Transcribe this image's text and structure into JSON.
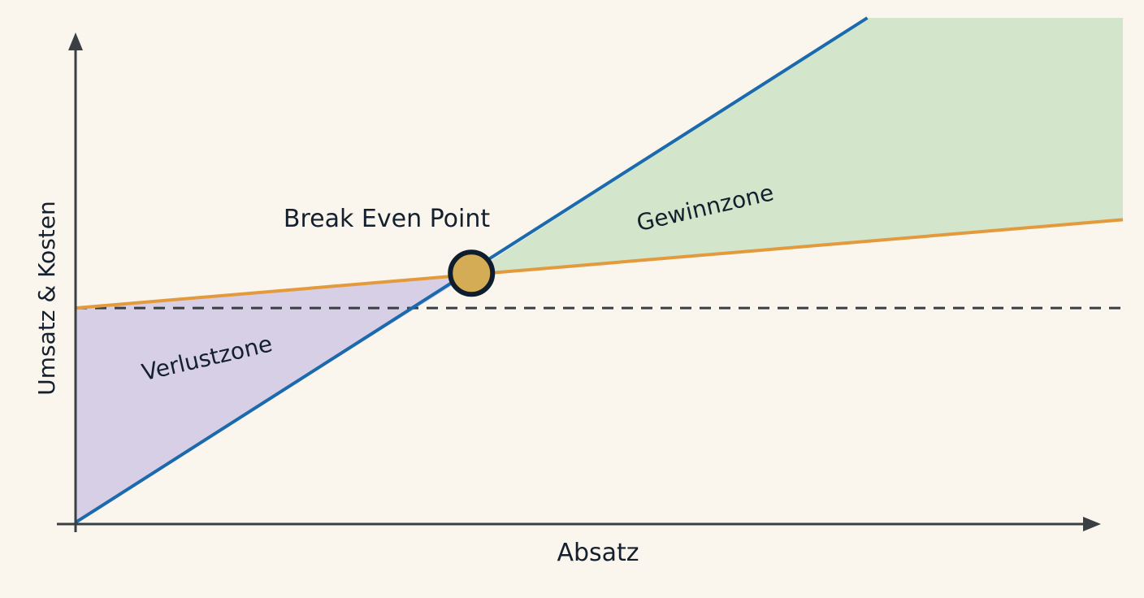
{
  "chart_data": {
    "type": "line",
    "title": "",
    "xlabel": "Absatz",
    "ylabel": "Umsatz & Kosten",
    "xlim": [
      0,
      100
    ],
    "ylim": [
      0,
      100
    ],
    "grid": false,
    "series": [
      {
        "key": "revenue",
        "x": [
          0,
          75.6
        ],
        "y": [
          0,
          100
        ],
        "color": "#1a6aad"
      },
      {
        "key": "total_costs",
        "x": [
          0,
          100
        ],
        "y": [
          42.5,
          60
        ],
        "color": "#e39a3c"
      },
      {
        "key": "fixed_costs",
        "x": [
          0,
          100
        ],
        "y": [
          42.5,
          42.5
        ],
        "color": "#3a3f44",
        "style": "dashed"
      }
    ],
    "break_even": {
      "label": "Break Even Point",
      "x": 37.8,
      "y": 49.4,
      "color": "#d4ac55"
    },
    "zones": [
      {
        "label": "Verlustzone",
        "color": "#d6cfe6"
      },
      {
        "label": "Gewinnzone",
        "color": "#d3e6cc"
      }
    ]
  }
}
